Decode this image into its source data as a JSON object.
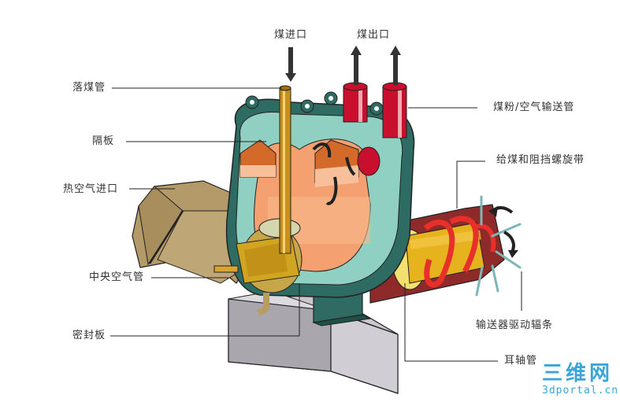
{
  "diagram": {
    "title": "",
    "labels": {
      "coal_inlet": "煤进口",
      "coal_outlet": "煤出口",
      "coal_drop_pipe": "落煤管",
      "baffle": "隔板",
      "hot_air_inlet": "热空气进口",
      "central_air_pipe": "中央空气管",
      "seal_plate": "密封板",
      "coal_air_transport_pipe": "煤粉/空气输送管",
      "feed_and_retaining_spiral": "给煤和阻挡螺旋带",
      "conveyor_drive_spokes": "输送器驱动辐条",
      "trunnion_pipe": "耳轴管"
    },
    "components": [
      {
        "id": "mill-shell",
        "color": "#2e6b63"
      },
      {
        "id": "mill-interior",
        "color": "#f4a070"
      },
      {
        "id": "coal-drop-pipe",
        "color": "#c8901a"
      },
      {
        "id": "outlet-pipes",
        "color": "#c8102e"
      },
      {
        "id": "hot-air-hood",
        "color": "#b49a68"
      },
      {
        "id": "trunnion",
        "color": "#8e2a2a"
      },
      {
        "id": "spiral-ribbon",
        "color": "#e8302a"
      },
      {
        "id": "conveyor-core",
        "color": "#e8b820"
      },
      {
        "id": "pedestal",
        "color": "#b8b6bc"
      }
    ],
    "arrows": [
      {
        "id": "inlet-arrow",
        "direction": "down"
      },
      {
        "id": "outlet-arrow-1",
        "direction": "up"
      },
      {
        "id": "outlet-arrow-2",
        "direction": "up"
      }
    ]
  },
  "watermark": {
    "line1": "三维网",
    "line2": "3dportal.cn",
    "color": "#3aa6d8"
  }
}
